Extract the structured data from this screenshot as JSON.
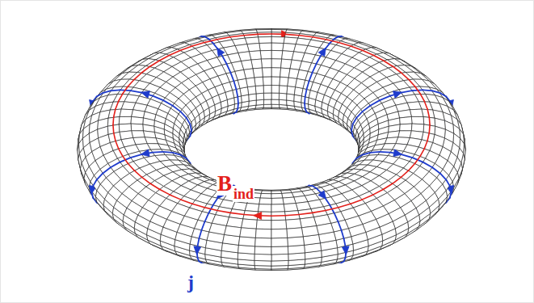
{
  "diagram": {
    "labels": [
      "B",
      "ind",
      "j"
    ]
  }
}
